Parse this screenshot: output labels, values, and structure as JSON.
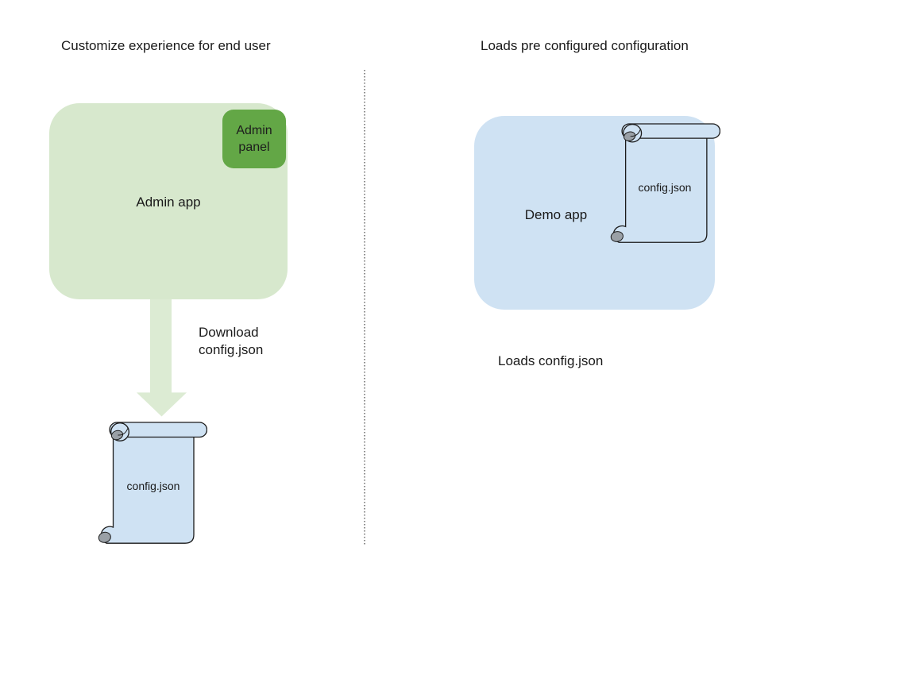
{
  "left_panel": {
    "title": "Customize experience for end user",
    "admin_app_label": "Admin app",
    "admin_panel_label": "Admin panel",
    "download_caption": "Download\nconfig.json",
    "config_file_label": "config.json"
  },
  "right_panel": {
    "title": "Loads pre configured configuration",
    "demo_app_label": "Demo app",
    "config_file_label": "config.json",
    "loads_caption": "Loads config.json"
  },
  "colors": {
    "admin_app_fill": "#d7e8cd",
    "admin_panel_fill": "#63a746",
    "arrow_fill": "#dcebd3",
    "blue_fill": "#cfe2f3",
    "scroll_fill": "#cfe2f3",
    "scroll_stroke": "#1b1b1b",
    "curl_gray": "#9aa0a6",
    "divider_gray": "#8f8f8f",
    "text_color": "#1a1a1a"
  }
}
